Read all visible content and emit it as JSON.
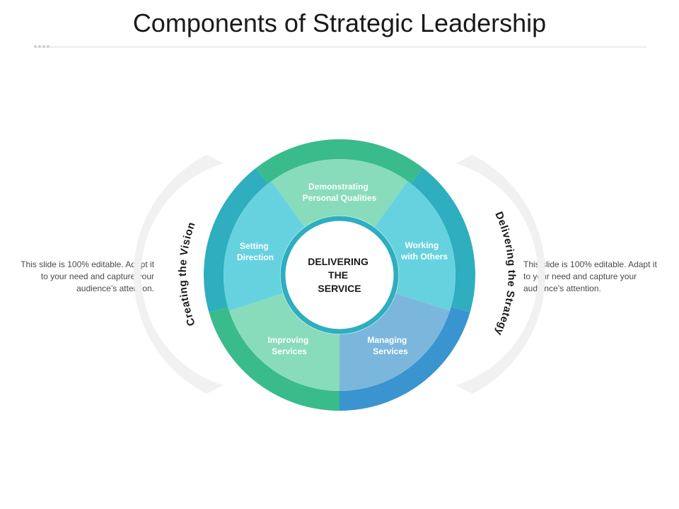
{
  "title": "Components of Strategic Leadership",
  "center": [
    "DELIVERING",
    "THE",
    "SERVICE"
  ],
  "segments": {
    "top": [
      "Demonstrating",
      "Personal Qualities"
    ],
    "left": [
      "Setting",
      "Direction"
    ],
    "right": [
      "Working",
      "with Others"
    ],
    "bottom_left": [
      "Improving",
      "Services"
    ],
    "bottom_right": [
      "Managing",
      "Services"
    ]
  },
  "arcs": {
    "left": "Creating the Vision",
    "right": "Delivering the Strategy"
  },
  "notes": {
    "left": "This slide is 100% editable. Adapt it to your need and capture your audience’s attention.",
    "right": "This slide is 100% editable. Adapt it to your need and capture your audience’s attention."
  },
  "colors": {
    "green_dark": "#3abb8c",
    "green_light": "#88dcbc",
    "teal_dark": "#2eaebf",
    "teal_light": "#67d2df",
    "blue_dark": "#3a94cf",
    "blue_light": "#7bb7dc",
    "center_ring": "#2eaebf"
  }
}
